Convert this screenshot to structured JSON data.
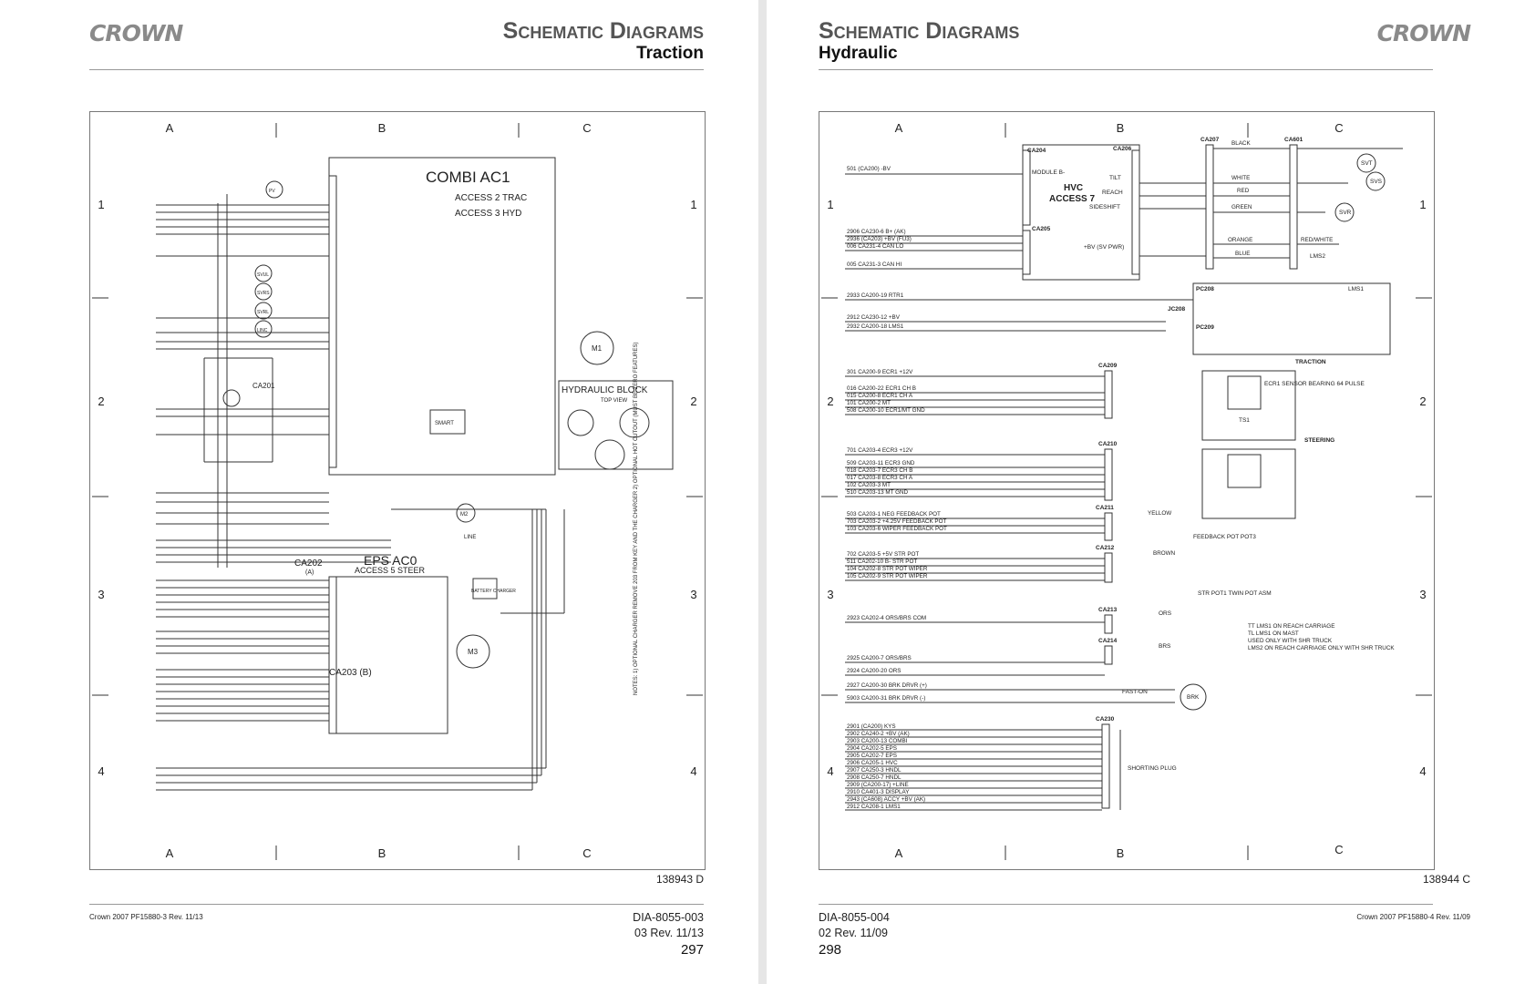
{
  "left": {
    "logo": "CROWN",
    "title": "Schematic Diagrams",
    "subtitle": "Traction",
    "drawing_number": "138943 D",
    "footer_small": "Crown 2007 PF15880-3 Rev. 11/13",
    "doc_number": "DIA-8055-003",
    "revision": "03 Rev. 11/13",
    "page_number": "297",
    "diagram": {
      "col_labels": [
        "A",
        "B",
        "C"
      ],
      "row_labels": [
        "1",
        "2",
        "3",
        "4"
      ],
      "controller_main": "COMBI AC1",
      "access_trac": "ACCESS 2 TRAC",
      "access_hyd": "ACCESS 3 HYD",
      "hydraulic_block": "HYDRAULIC BLOCK",
      "top_view": "TOP VIEW",
      "motor_m1": "M1",
      "motor_m2": "M2",
      "motor_m3": "M3",
      "smart": "SMART",
      "ca201": "CA201",
      "ca202": "CA202",
      "ca202_sub": "(A)",
      "eps": "EPS AC0",
      "access_steer": "ACCESS 5 STEER",
      "ca203": "CA203 (B)",
      "line": "LINE",
      "battery_charger": "BATTERY CHARGER",
      "notes": "NOTES: 1) OPTIONAL CHARGER REMOVE 203 FROM KEY AND THE CHARGER 2) OPTIONAL HOT CUTOUT (MUST BE ZERO FEATURES)",
      "v_pump": "PV",
      "v_svul": "SVUL",
      "v_svrs": "SVRS",
      "v_svrl": "SVRL",
      "v_linc": "LINC"
    }
  },
  "right": {
    "logo": "CROWN",
    "title": "Schematic Diagrams",
    "subtitle": "Hydraulic",
    "drawing_number": "138944 C",
    "footer_small": "Crown 2007 PF15880-4 Rev. 11/09",
    "doc_number": "DIA-8055-004",
    "revision": "02 Rev. 11/09",
    "page_number": "298",
    "diagram": {
      "col_labels": [
        "A",
        "B",
        "C"
      ],
      "row_labels": [
        "1",
        "2",
        "3",
        "4"
      ],
      "hvc_title": "HVC",
      "hvc_sub": "ACCESS 7",
      "ca204": "CA204",
      "ca205": "CA205",
      "ca206": "CA206",
      "ca207": "CA207",
      "ca601": "CA601",
      "pc208": "PC208",
      "jc208": "JC208",
      "pc209": "PC209",
      "ca209": "CA209",
      "ca210": "CA210",
      "ca211": "CA211",
      "ca212": "CA212",
      "ca213": "CA213",
      "ca214": "CA214",
      "ca230": "CA230",
      "module_b": "MODULE B-",
      "tilt": "TILT",
      "reach": "REACH",
      "sideshift": "SIDESHIFT",
      "bv_sv_pwr": "+BV (SV PWR)",
      "traction": "TRACTION",
      "steering": "STEERING",
      "ecr1_sensor": "ECR1 SENSOR BEARING 64 PULSE",
      "lms1": "LMS1",
      "lms2": "LMS2",
      "svt": "SVT",
      "svs": "SVS",
      "svr": "SVR",
      "brk": "BRK",
      "ts1": "TS1",
      "feedback_pot": "FEEDBACK POT POT3",
      "str_pot1": "STR POT1 TWIN POT ASM",
      "ors": "ORS",
      "brs": "BRS",
      "fast_on": "FAST-ON",
      "shorting_plug": "SHORTING PLUG",
      "notes": [
        "TT LMS1 ON REACH CARRIAGE",
        "TL LMS1 ON MAST",
        "USED ONLY WITH SHR TRUCK",
        "LMS2 ON REACH CARRIAGE ONLY WITH SHR TRUCK"
      ],
      "hvc_inputs": [
        "501 (CA200) -BV",
        "2906 CA230-6 B+ (AK)",
        "2936 (CA203) +BV (FU3)",
        "006 CA231-4 CAN LO",
        "005 CA231-3 CAN HI"
      ],
      "mid_signals": [
        "2933 CA200-19 RTR1",
        "2912 CA230-12 +BV",
        "2932 CA200-18 LMS1"
      ],
      "traction_signals": [
        "301 CA200-9 ECR1 +12V",
        "016 CA200-22 ECR1 CH B",
        "015 CA200-8 ECR1 CH A",
        "101 CA200-2 MT",
        "508 CA200-10 ECR1/MT GND"
      ],
      "steering_signals": [
        "701 CA203-4 ECR3 +12V",
        "509 CA203-11 ECR3 GND",
        "018 CA203-7 ECR3 CH B",
        "017 CA203-8 ECR3 CH A",
        "102 CA203-3 MT",
        "510 CA203-13 MT GND"
      ],
      "feedback_signals": [
        "503 CA203-1 NEG FEEDBACK POT",
        "703 CA203-2 +4.25V FEEDBACK POT",
        "103 CA203-6 WIPER FEEDBACK POT"
      ],
      "strpot_signals": [
        "702 CA203-5 +5V STR POT",
        "511 CA202-10 B- STR POT",
        "104 CA202-8 STR POT WIPER",
        "105 CA202-9 STR POT WIPER"
      ],
      "ors_signals": [
        "2923 CA202-4 ORS/BRS COM",
        "2925 CA200-7 ORS/BRS",
        "2924 CA200-20 ORS"
      ],
      "brake_signals": [
        "2927 CA200-30 BRK DRVR (+)",
        "5903 CA200-31 BRK DRVR (-)"
      ],
      "plug_signals": [
        "2901 (CA200) KYS",
        "2902 CA240-2 +BV (AK)",
        "2903 CA200-13 COMBI",
        "2904 CA202-5 EPS",
        "2905 CA202-7 EPS",
        "2906 CA205-1 HVC",
        "2907 CA250-3 HNDL",
        "2908 CA250-7 HNDL",
        "2909 (CA200-17) +LINE",
        "2910 CA401-3 DISPLAY",
        "2943 (CA608) ACCY +BV (AK)",
        "2912 CA208-1 LMS1"
      ],
      "wire_colors": [
        "BLACK",
        "WHITE",
        "RED",
        "GREEN",
        "ORANGE",
        "BLUE",
        "RED/WHITE",
        "YELLOW",
        "BROWN"
      ]
    }
  },
  "colors": {
    "line": "#333333",
    "logo": "#8a8a8a",
    "title": "#555555",
    "rule": "#999999"
  }
}
